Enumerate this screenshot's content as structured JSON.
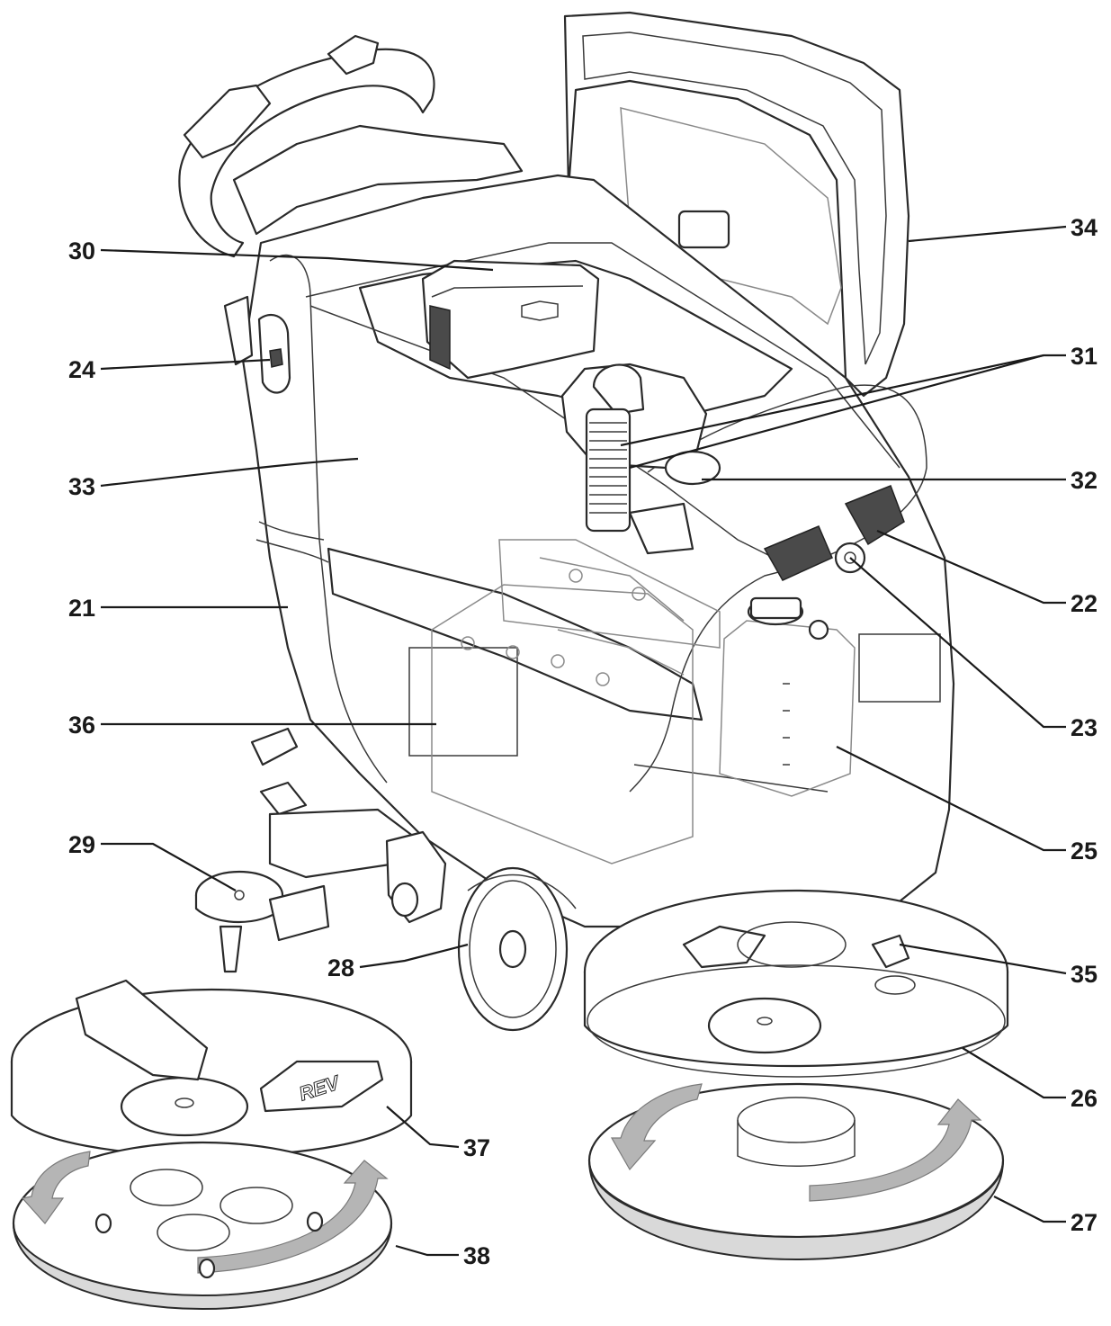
{
  "diagram": {
    "callouts": [
      {
        "id": "30",
        "label": "30"
      },
      {
        "id": "24",
        "label": "24"
      },
      {
        "id": "33",
        "label": "33"
      },
      {
        "id": "21",
        "label": "21"
      },
      {
        "id": "36",
        "label": "36"
      },
      {
        "id": "29",
        "label": "29"
      },
      {
        "id": "28",
        "label": "28"
      },
      {
        "id": "37",
        "label": "37"
      },
      {
        "id": "38",
        "label": "38"
      },
      {
        "id": "34",
        "label": "34"
      },
      {
        "id": "31",
        "label": "31"
      },
      {
        "id": "32",
        "label": "32"
      },
      {
        "id": "22",
        "label": "22"
      },
      {
        "id": "23",
        "label": "23"
      },
      {
        "id": "25",
        "label": "25"
      },
      {
        "id": "35",
        "label": "35"
      },
      {
        "id": "26",
        "label": "26"
      },
      {
        "id": "27",
        "label": "27"
      }
    ],
    "logo_text": "REV"
  }
}
